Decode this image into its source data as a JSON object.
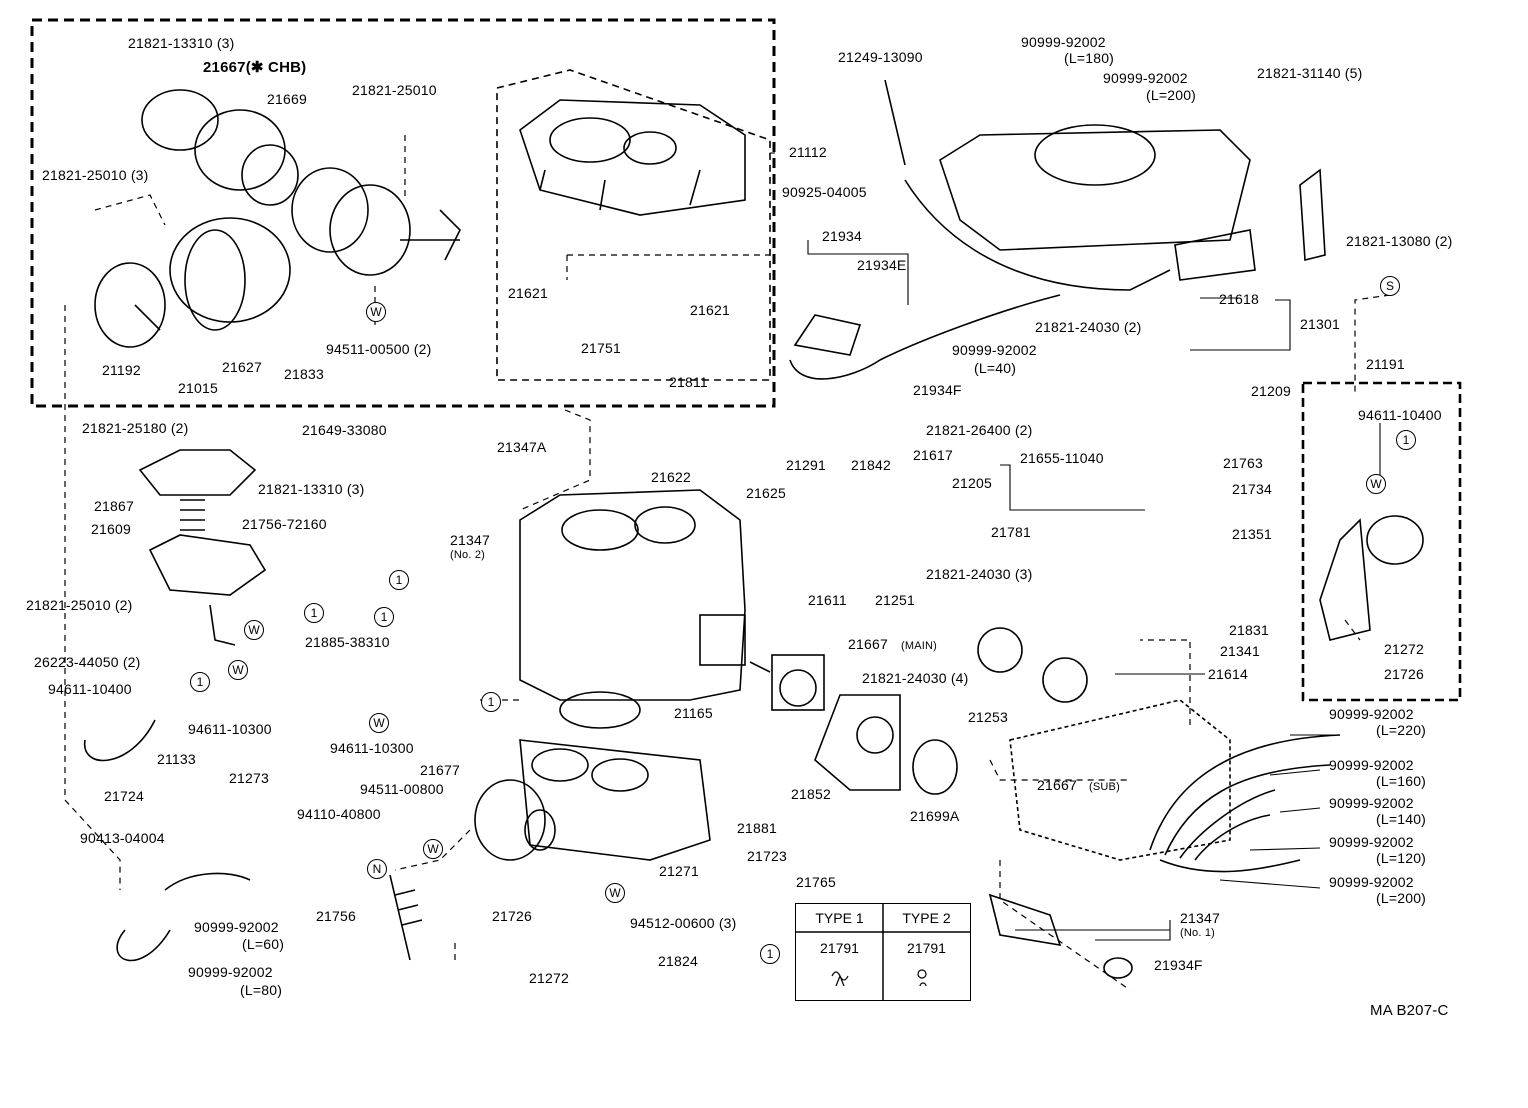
{
  "diagram_id": "MA B207-C",
  "parts": {
    "p21821_13310_3_top": "21821-13310 (3)",
    "p21667_chb": "21667(✱ CHB)",
    "p21669": "21669",
    "p21821_25010_top": "21821-25010",
    "p21821_25010_3": "21821-25010 (3)",
    "p21192": "21192",
    "p21015": "21015",
    "p21627": "21627",
    "p21833": "21833",
    "p94511_00500": "94511-00500 (2)",
    "p21112": "21112",
    "p21621_left": "21621",
    "p21621_right": "21621",
    "p21751": "21751",
    "p21811": "21811",
    "p21249": "21249-13090",
    "p90925": "90925-04005",
    "p21934": "21934",
    "p21934E": "21934E",
    "p90999_92002_l40": "90999-92002",
    "p_l40": "(L=40)",
    "p21934F_top": "21934F",
    "p90999_92002_l180": "90999-92002",
    "p_l180": "(L=180)",
    "p90999_92002_l200_top": "90999-92002",
    "p_l200_top": "(L=200)",
    "p21821_31140": "21821-31140 (5)",
    "p21821_13080": "21821-13080 (2)",
    "p21618": "21618",
    "p21301": "21301",
    "p21821_24030_2": "21821-24030 (2)",
    "p21191": "21191",
    "p94611_10400_right": "94611-10400",
    "p21209": "21209",
    "p21821_26400": "21821-26400 (2)",
    "p21763": "21763",
    "p21655": "21655-11040",
    "p21205": "21205",
    "p21734": "21734",
    "p21351": "21351",
    "p21831": "21831",
    "p21341": "21341",
    "p21614": "21614",
    "p21272_right": "21272",
    "p21726_right": "21726",
    "p21821_25180": "21821-25180 (2)",
    "p21649": "21649-33080",
    "p21347A": "21347A",
    "p21821_13310_3_mid": "21821-13310 (3)",
    "p21867": "21867",
    "p21609": "21609",
    "p21756_72160": "21756-72160",
    "p21347_no2": "21347",
    "p_no2": "(No. 2)",
    "p21821_25010_2": "21821-25010 (2)",
    "p26223": "26223-44050 (2)",
    "p94611_10400_left": "94611-10400",
    "p94611_10300_a": "94611-10300",
    "p94611_10300_b": "94611-10300",
    "p21885": "21885-38310",
    "p21622": "21622",
    "p21291": "21291",
    "p21842": "21842",
    "p21617": "21617",
    "p21625": "21625",
    "p21611": "21611",
    "p21251": "21251",
    "p21781": "21781",
    "p21821_24030_3": "21821-24030 (3)",
    "p21667_main": "21667",
    "p_main": "(MAIN)",
    "p21821_24030_4": "21821-24030 (4)",
    "p21165": "21165",
    "p21133": "21133",
    "p21273": "21273",
    "p21724": "21724",
    "p21677": "21677",
    "p94511_00800": "94511-00800",
    "p94110": "94110-40800",
    "p90413": "90413-04004",
    "p90999_92002_l60": "90999-92002",
    "p_l60": "(L=60)",
    "p90999_92002_l80": "90999-92002",
    "p_l80": "(L=80)",
    "p21756": "21756",
    "p21726_bot": "21726",
    "p21272_bot": "21272",
    "p21824": "21824",
    "p94512": "94512-00600 (3)",
    "p21271": "21271",
    "p21723": "21723",
    "p21765": "21765",
    "p21881": "21881",
    "p21852": "21852",
    "p21699A": "21699A",
    "p21253": "21253",
    "p21667_sub": "21667",
    "p_sub": "(SUB)",
    "p90999_92002_l220": "90999-92002",
    "p_l220": "(L=220)",
    "p90999_92002_l160": "90999-92002",
    "p_l160": "(L=160)",
    "p90999_92002_l140": "90999-92002",
    "p_l140": "(L=140)",
    "p90999_92002_l120": "90999-92002",
    "p_l120": "(L=120)",
    "p90999_92002_l200_bot": "90999-92002",
    "p_l200_bot": "(L=200)",
    "p21347_no1": "21347",
    "p_no1": "(No. 1)",
    "p21934F_bot": "21934F"
  },
  "symbols": {
    "w": "W",
    "n": "N",
    "s": "S",
    "one": "1"
  },
  "table": {
    "type1": "TYPE 1",
    "type2": "TYPE 2",
    "type1_part": "21791",
    "type2_part": "21791"
  }
}
